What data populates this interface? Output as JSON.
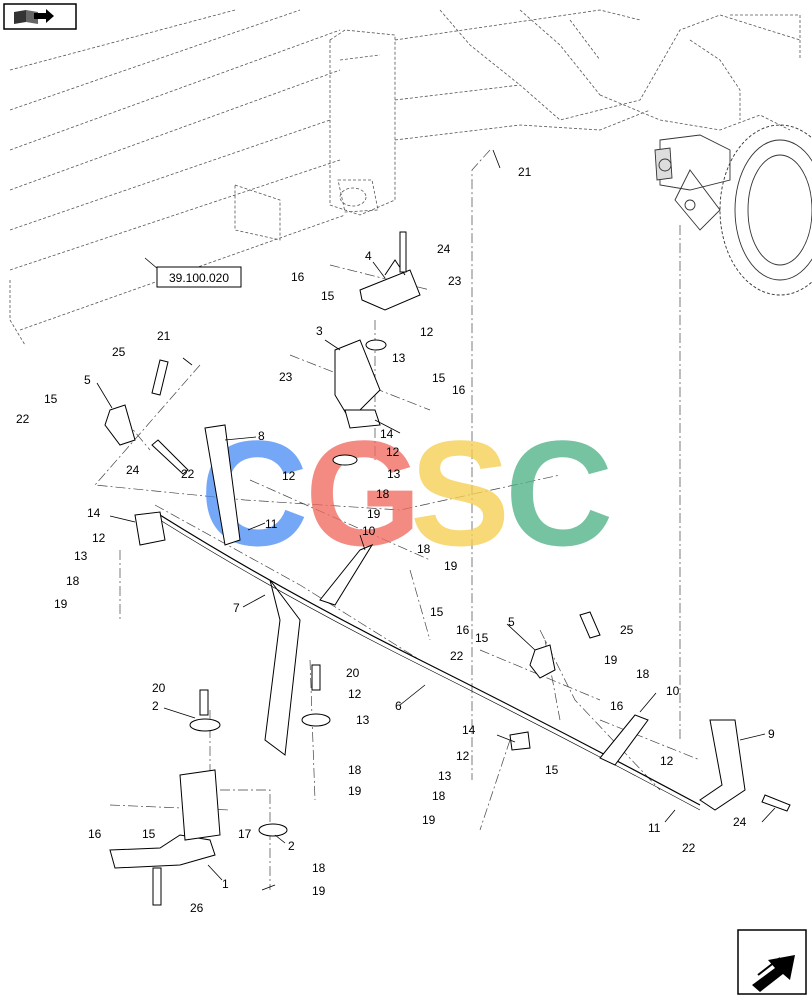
{
  "reference": "39.100.020",
  "watermark": {
    "letters": [
      "C",
      "G",
      "S",
      "C"
    ],
    "colors": [
      "#4f8ff5",
      "#f06b5f",
      "#f7cf52",
      "#4fb386"
    ]
  },
  "icons": {
    "top_left": "open-book-arrow-icon",
    "bottom_right": "next-page-arrow-icon"
  },
  "callouts": {
    "c1": "1",
    "c2a": "2",
    "c2b": "2",
    "c3": "3",
    "c4": "4",
    "c5a": "5",
    "c5b": "5",
    "c6": "6",
    "c7": "7",
    "c8": "8",
    "c9": "9",
    "c10a": "10",
    "c10b": "10",
    "c11a": "11",
    "c11b": "11",
    "c12a": "12",
    "c12b": "12",
    "c12c": "12",
    "c12d": "12",
    "c12e": "12",
    "c12f": "12",
    "c12g": "12",
    "c13a": "13",
    "c13b": "13",
    "c13c": "13",
    "c13d": "13",
    "c13e": "13",
    "c14a": "14",
    "c14b": "14",
    "c14c": "14",
    "c15a": "15",
    "c15b": "15",
    "c15c": "15",
    "c15d": "15",
    "c15e": "15",
    "c15f": "15",
    "c15g": "15",
    "c16a": "16",
    "c16b": "16",
    "c16c": "16",
    "c16d": "16",
    "c16e": "16",
    "c17": "17",
    "c18a": "18",
    "c18b": "18",
    "c18c": "18",
    "c18d": "18",
    "c18e": "18",
    "c18f": "18",
    "c18g": "18",
    "c19a": "19",
    "c19b": "19",
    "c19c": "19",
    "c19d": "19",
    "c19e": "19",
    "c19f": "19",
    "c19g": "19",
    "c20a": "20",
    "c20b": "20",
    "c21a": "21",
    "c21b": "21",
    "c22a": "22",
    "c22b": "22",
    "c22c": "22",
    "c22d": "22",
    "c23a": "23",
    "c23b": "23",
    "c24a": "24",
    "c24b": "24",
    "c24c": "24",
    "c25a": "25",
    "c25b": "25",
    "c26": "26"
  }
}
